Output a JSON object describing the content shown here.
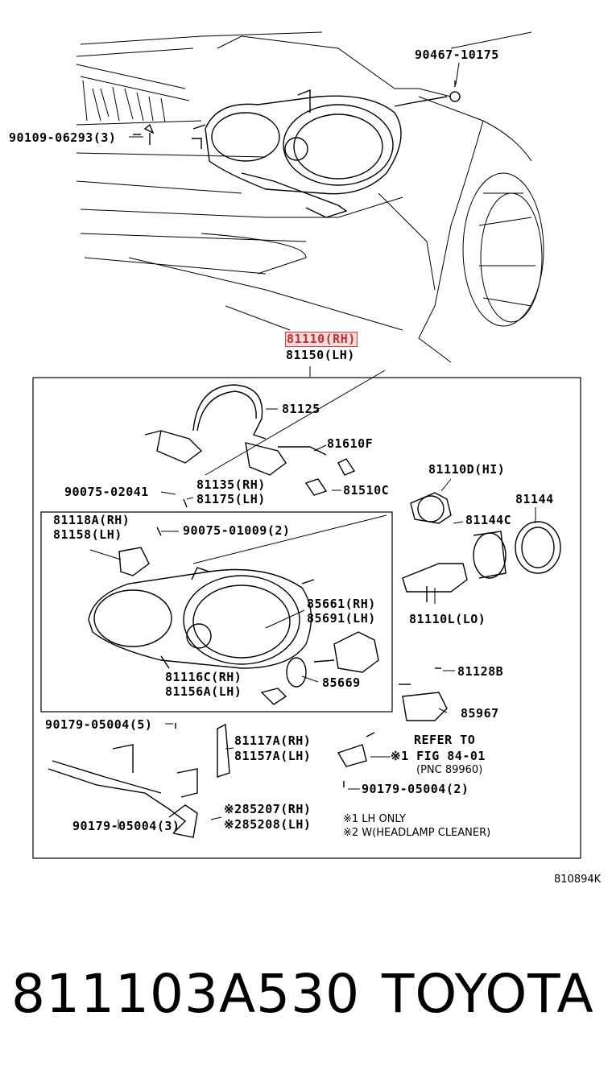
{
  "labels": {
    "p1": "90467-10175",
    "p2": "90109-06293(3)",
    "p3": "81110(RH)",
    "p4": "81150(LH)",
    "p5": "81125",
    "p6": "81610F",
    "p7": "81510C",
    "p8": "81110D(HI)",
    "p9": "81144",
    "p10": "81144C",
    "p11": "90075-02041",
    "p12": "81135(RH)",
    "p13": "81175(LH)",
    "p14": "81118A(RH)",
    "p15": "81158(LH)",
    "p16": "90075-01009(2)",
    "p17": "85661(RH)",
    "p18": "85691(LH)",
    "p19": "81110L(LO)",
    "p20": "81128B",
    "p21": "81116C(RH)",
    "p22": "81156A(LH)",
    "p23": "85669",
    "p24": "85967",
    "p25": "90179-05004(5)",
    "p26": "81117A(RH)",
    "p27": "81157A(LH)",
    "p28": "REFER TO",
    "p29": "※1 FIG 84-01",
    "p30": "(PNC 89960)",
    "p31": "90179-05004(2)",
    "p32": "※285207(RH)",
    "p33": "※285208(LH)",
    "p34": "※1 LH ONLY",
    "p35": "※2 W(HEADLAMP CLEANER)",
    "p36": "90179-05004(3)"
  },
  "diagram_code": "810894K",
  "footer": {
    "part_number": "811103A530",
    "brand": "TOYOTA"
  },
  "colors": {
    "highlight_border": "#d83a3a",
    "highlight_fill": "#f7dada",
    "line": "#000000"
  }
}
